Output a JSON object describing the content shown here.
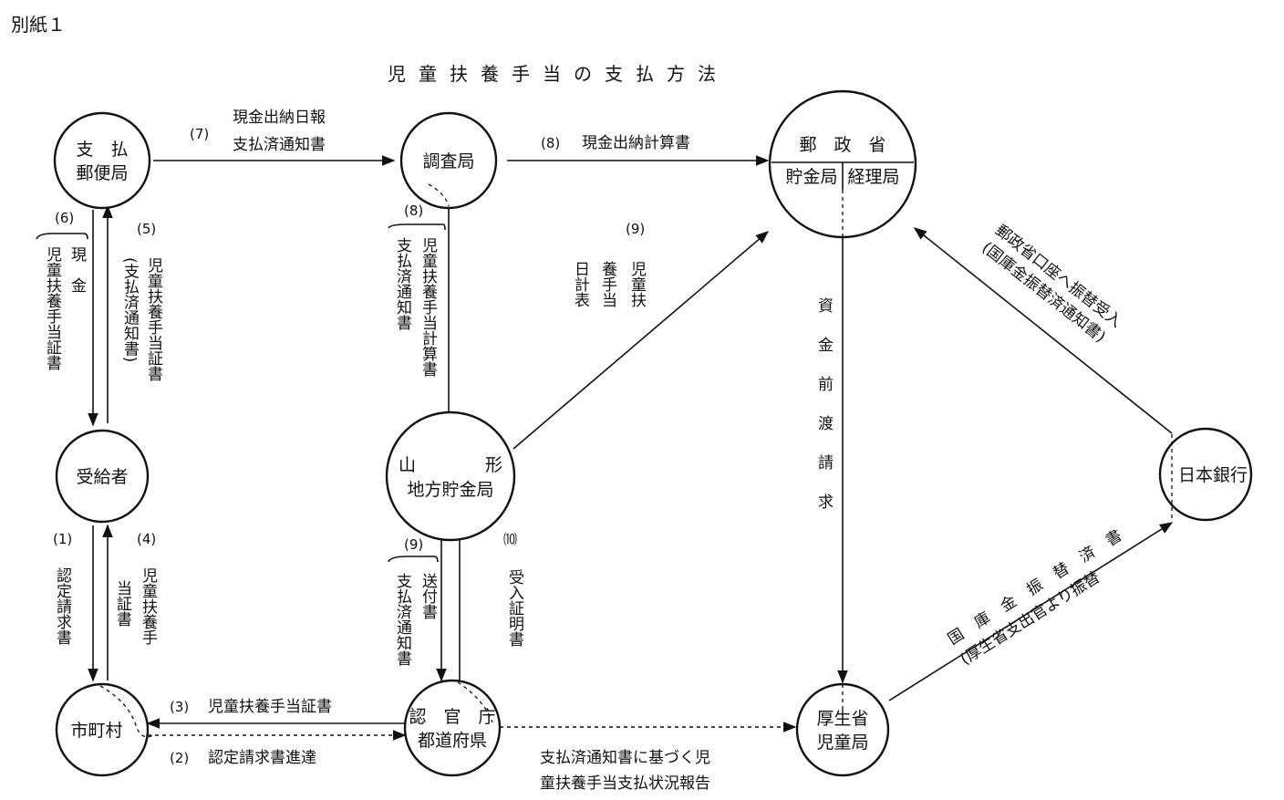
{
  "document": {
    "corner_label": "別紙１",
    "title": "児童扶養手当の支払方法"
  },
  "nodes": {
    "shiharai": {
      "line1": "支　払",
      "line2": "郵便局"
    },
    "chousa": {
      "line1": "調査局"
    },
    "yuseisho": {
      "line1": "郵　政　省",
      "line2a": "貯金局",
      "line2b": "経理局"
    },
    "jukyusha": {
      "line1": "受給者"
    },
    "yamagata": {
      "line1": "山　　　　形",
      "line2": "地方貯金局"
    },
    "nichigin": {
      "line1": "日本銀行"
    },
    "shichoson": {
      "line1": "市町村"
    },
    "todofuken": {
      "line1": "認　官　庁",
      "line2": "都道府県"
    },
    "koseisho": {
      "line1": "厚生省",
      "line2": "児童局"
    }
  },
  "edges": {
    "e7": {
      "num": "(7)",
      "line1": "現金出納日報",
      "line2": "支払済通知書"
    },
    "e8a": {
      "num": "(8)",
      "text": "現金出納計算書"
    },
    "e8b": {
      "num": "(8)",
      "col1": "児童扶養手当計算書",
      "col2": "支払済通知書"
    },
    "e9a": {
      "num": "(9)",
      "col1": "児童扶",
      "col2": "養手当",
      "col3": "日計表"
    },
    "e6": {
      "num": "(6)",
      "col1": "現　金",
      "col2": "児童扶養手当証書"
    },
    "e5": {
      "num": "(5)",
      "col1": "児童扶養手当証書",
      "col2": "(支払済通知書)"
    },
    "e1": {
      "num": "(1)",
      "col1": "認定請求書"
    },
    "e4": {
      "num": "(4)",
      "col1": "児童扶養手",
      "col2": "当証書"
    },
    "e9b": {
      "num": "(9)",
      "col1": "送付書",
      "col2": "支払済通知書"
    },
    "e10": {
      "num": "⑽",
      "col1": "受入証明書"
    },
    "e3": {
      "num": "(3)",
      "text": "児童扶養手当証書"
    },
    "e2": {
      "num": "(2)",
      "text": "認定請求書進達"
    },
    "report": {
      "line1": "支払済通知書に基づく児",
      "line2": "童扶養手当支払状況報告"
    },
    "shikin": {
      "col1": "資金前渡請求"
    },
    "boj_up": {
      "col1": "(国庫金振替済通知書)",
      "col2": "郵政省口座へ振替受入"
    },
    "boj_down": {
      "col1": "(厚生省支出官より振替",
      "col2": "国　庫　金　振　替　済　書"
    }
  }
}
